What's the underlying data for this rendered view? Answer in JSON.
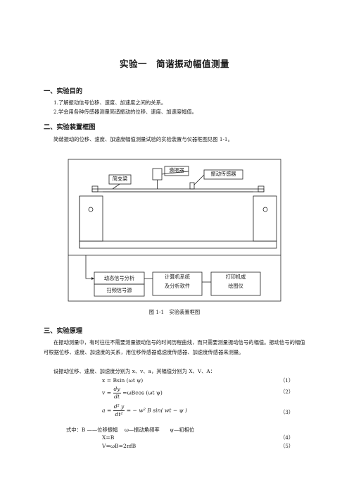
{
  "title": "实验一　简谐振动幅值测量",
  "sections": {
    "s1": {
      "heading": "一、实验目的",
      "items": [
        "1.了解振动信号位移、速度、加速度之间的关系。",
        "2.学会用各种传感器测量简谐振动的位移、速度、加速度幅值。"
      ]
    },
    "s2": {
      "heading": "二、实验装置框图",
      "intro": "简谐振动的位移、速度、加速度幅值测量试验的实验装置与仪器框图见图 1-1。"
    },
    "s3": {
      "heading": "三、实验原理",
      "para": "在振动测量中，有时往往不需要测量振动信号的时间历程曲线，而只需要测量振动信号的幅值。振动信号的幅值可根据位移、速度、加速度的关系，用位移传感器或速度传感器、加速度传感器来测量。",
      "line2": "设振动位移、速度、加速度分别为 x、v、a，其幅值分别为 X、V、A："
    }
  },
  "diagram": {
    "label_beam": "简支梁",
    "label_exciter": "激振器",
    "label_sensor": "振动传感器",
    "label_dyn": "动态信号分析",
    "label_sweep": "扫频信号源",
    "label_pc_1": "计算机系统",
    "label_pc_2": "及分析软件",
    "label_printer_1": "打印机或",
    "label_printer_2": "绘图仪",
    "caption": "图 1-1　实验装置框图"
  },
  "equations": {
    "e1": "x = Bsin (ωt ψ)",
    "e1_num": "（1）",
    "e2_lhs": "v =",
    "e2_num_top": "dy",
    "e2_den": "dt",
    "e2_rhs": "=ωBcos (ωt ψ)",
    "e2_num": "（2）",
    "e3_lhs": "a =",
    "e3_top": "d² y",
    "e3_den": "dt²",
    "e3_rhs": "= − w² B sin( wt − ψ )",
    "e3_num": "（3）",
    "legend": "式中：B ——位移振幅　 ω—振动角频率　　ψ—初相位",
    "e4": "X=B",
    "e4_num": "（4）",
    "e5": "V=ωB=2πfB",
    "e5_num": "（5）"
  }
}
